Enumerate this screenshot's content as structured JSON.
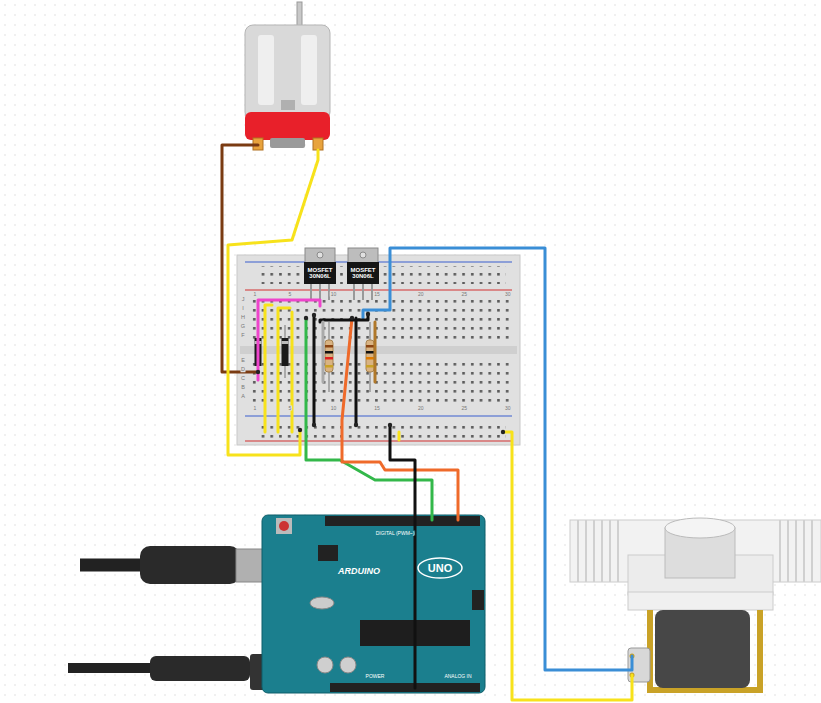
{
  "diagram": {
    "nodes": [
      {
        "text": [
          "MOSFET 30N06L"
        ]
      },
      {
        "text": [
          "MOSFET 30N06L"
        ]
      },
      {
        "text": [
          "ARDUINO",
          "UNO"
        ]
      }
    ],
    "labels": [
      "J",
      "I",
      "H",
      "G",
      "F",
      "E",
      "D",
      "C",
      "B",
      "A",
      "1",
      "5",
      "10",
      "15",
      "20",
      "25",
      "30",
      "1",
      "5",
      "10",
      "15",
      "20",
      "25",
      "30",
      "DIGITAL (PWM~)",
      "ANALOG IN",
      "POWER"
    ]
  }
}
